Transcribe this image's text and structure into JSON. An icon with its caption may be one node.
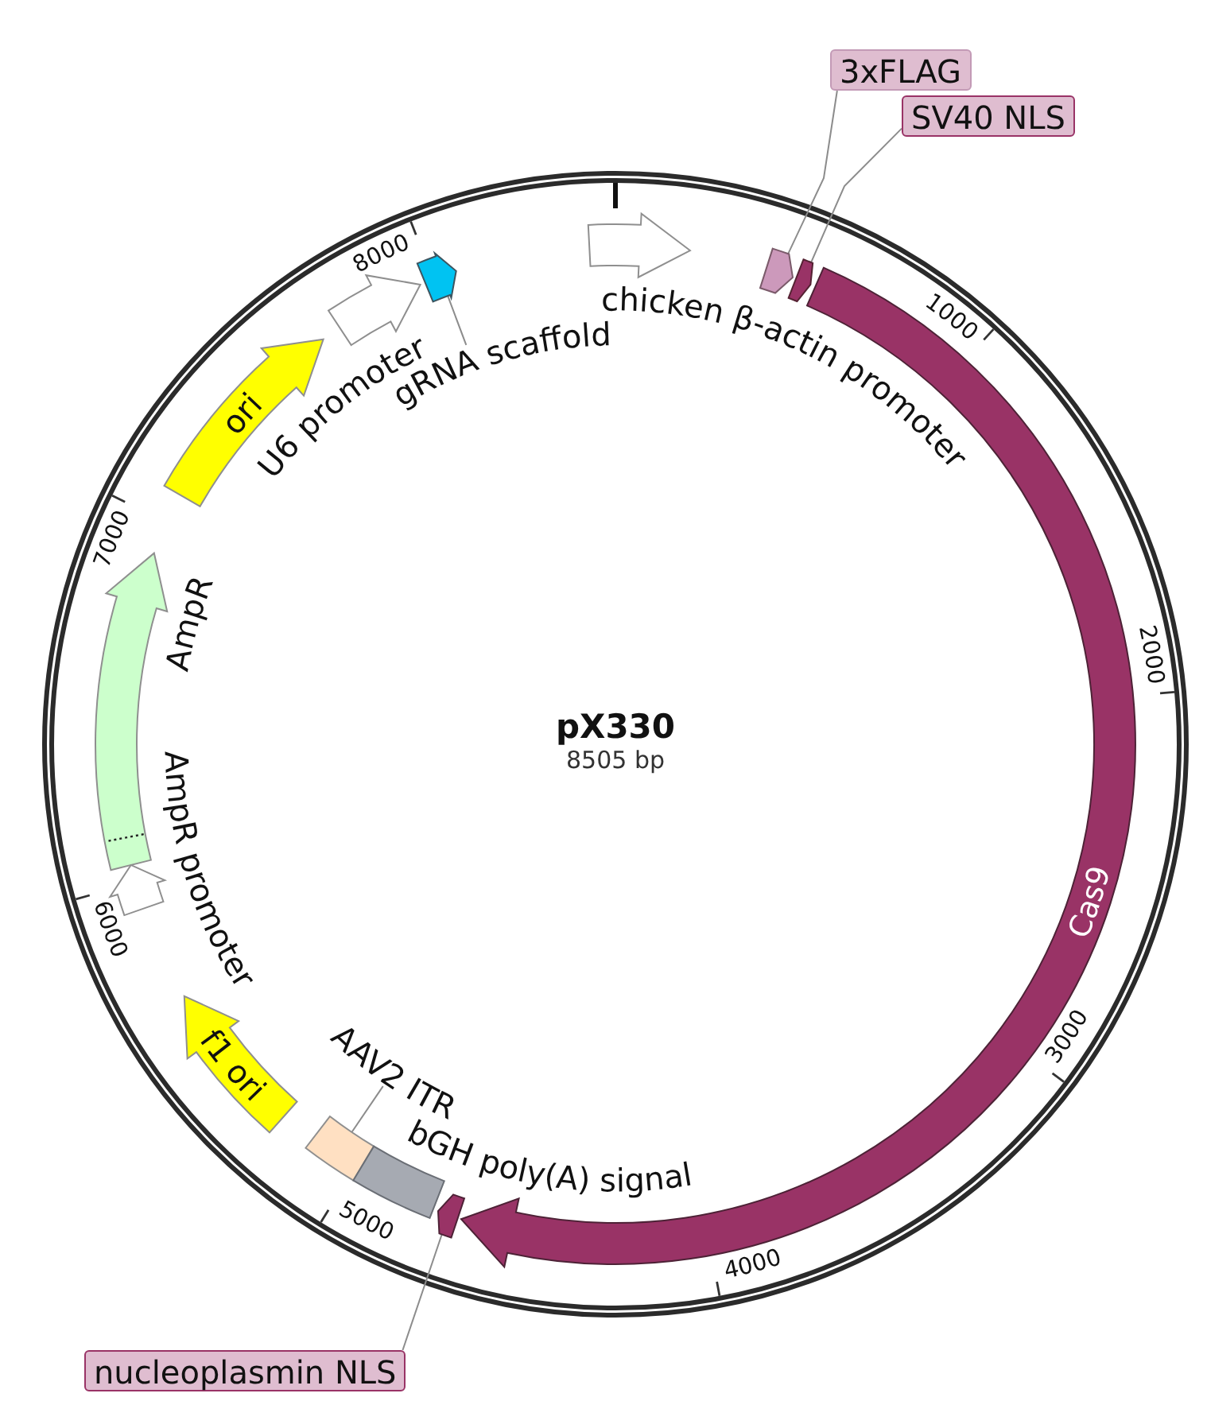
{
  "diagram": {
    "title": "pX330",
    "nodes": [
      {
        "text": [
          "3xFLAG"
        ]
      },
      {
        "text": [
          "SV40 NLS"
        ]
      },
      {
        "text": [
          "chicken β-actin promoter"
        ]
      },
      {
        "text": [],
        "shape": "arrow"
      },
      {
        "text": [],
        "shape": "arrow"
      },
      {
        "text": [
          "U6 promoter"
        ]
      },
      {
        "text": [
          "gRNA scaffold"
        ]
      },
      {
        "text": [],
        "shape": "arrow"
      },
      {
        "text": [
          "ori"
        ]
      },
      {
        "text": [
          "AmpR"
        ]
      },
      {
        "text": [
          "Cas9"
        ]
      },
      {
        "text": [
          "AmpR promoter"
        ]
      },
      {
        "text": [
          "f1 ori"
        ]
      },
      {
        "text": [
          "AAV2 ITR"
        ]
      },
      {
        "text": [],
        "shape": "box"
      },
      {
        "text": [
          "bGH poly(A) signal"
        ]
      },
      {
        "text": [],
        "shape": "arrow"
      },
      {
        "text": [
          "nucleoplasmin NLS"
        ]
      }
    ],
    "edges": [
      {
        "from": 0,
        "to": 3,
        "arrow": "none"
      },
      {
        "from": 1,
        "to": 4,
        "arrow": "none"
      },
      {
        "from": 6,
        "to": 7,
        "arrow": "none"
      },
      {
        "from": 13,
        "to": 14,
        "arrow": "none"
      },
      {
        "from": 17,
        "to": 16,
        "arrow": "none"
      }
    ],
    "labels": [
      "8000",
      "1000",
      "7000",
      "2000",
      "8505 bp",
      "6000",
      "3000",
      "5000",
      "4000"
    ]
  }
}
